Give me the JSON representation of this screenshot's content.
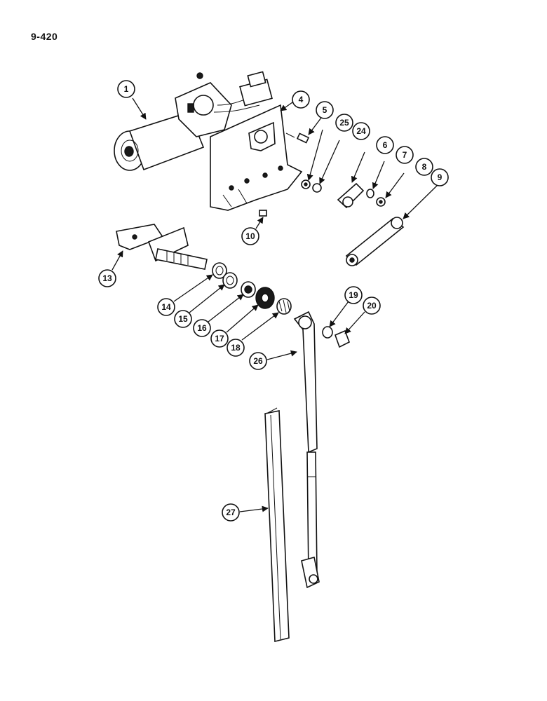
{
  "page": {
    "number": "9-420"
  },
  "callouts": [
    "1",
    "4",
    "5",
    "25",
    "24",
    "6",
    "7",
    "8",
    "9",
    "10",
    "13",
    "14",
    "15",
    "16",
    "17",
    "18",
    "19",
    "20",
    "26",
    "27"
  ]
}
